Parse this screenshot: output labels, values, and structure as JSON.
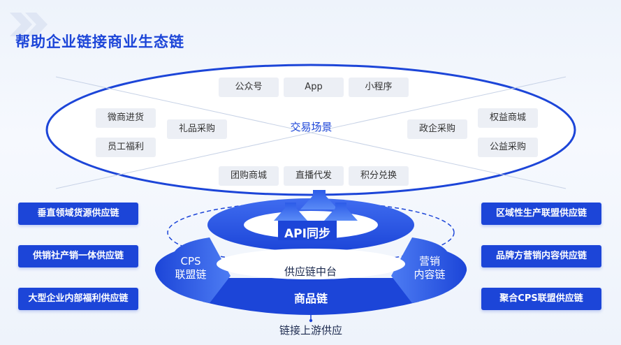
{
  "title": "帮助企业链接商业生态链",
  "colors": {
    "primary": "#1c45d8",
    "light": "#4f7ef5",
    "pill": "#eceff5"
  },
  "ellipse": {
    "center_label": "交易场景",
    "top_items": [
      "公众号",
      "App",
      "小程序"
    ],
    "left_items": [
      "微商进货",
      "员工福利"
    ],
    "left_inner": "礼品采购",
    "right_inner": "政企采购",
    "right_items": [
      "权益商城",
      "公益采购"
    ],
    "bottom_items": [
      "团购商城",
      "直播代发",
      "积分兑换"
    ]
  },
  "left_boxes": [
    "垂直领域货源供应链",
    "供销社产销一体供应链",
    "大型企业内部福利供应链"
  ],
  "right_boxes": [
    "区域性生产联盟供应链",
    "品牌方营销内容供应链",
    "聚合CPS联盟供应链"
  ],
  "platform": {
    "api_label": "API同步",
    "hub_label": "供应链中台",
    "cps_label": "CPS\n联盟链",
    "marketing_label": "营销\n内容链",
    "goods_label": "商品链",
    "bottom_label": "链接上游供应"
  }
}
